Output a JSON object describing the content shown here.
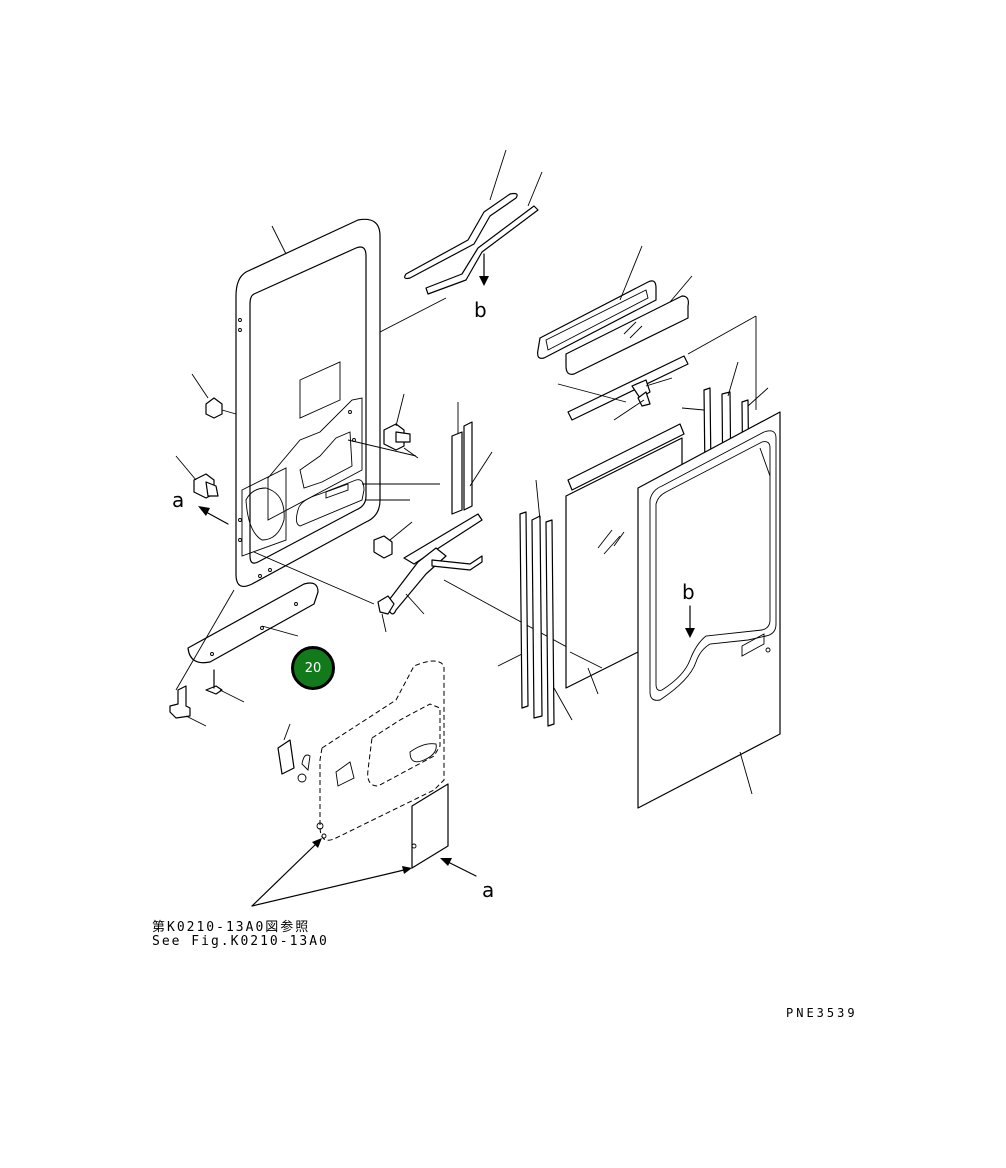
{
  "callout": {
    "number": "20"
  },
  "labels": {
    "arrow_a_left": "a",
    "arrow_a_bottom": "a",
    "arrow_b_top": "b",
    "arrow_b_right": "b"
  },
  "reference": {
    "line_jp": "第K0210-13A0図参照",
    "line_en": "See Fig.K0210-13A0"
  },
  "drawing_code": "PNE3539"
}
